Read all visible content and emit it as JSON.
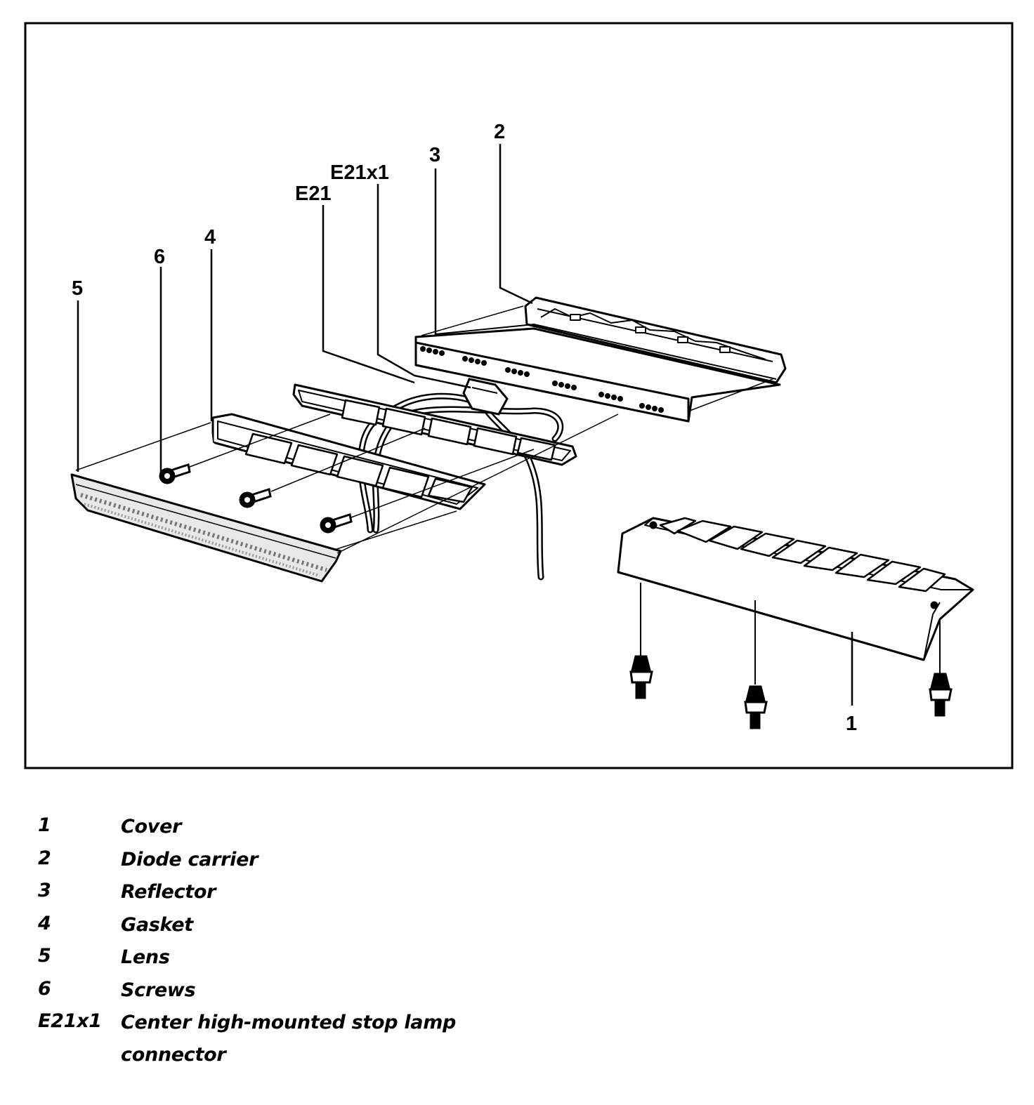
{
  "callouts": {
    "c1": "1",
    "c2": "2",
    "c3": "3",
    "c4": "4",
    "c5": "5",
    "c6": "6",
    "e21": "E21",
    "e21x1": "E21x1"
  },
  "legend": [
    {
      "key": "1",
      "desc": "Cover"
    },
    {
      "key": "2",
      "desc": "Diode carrier"
    },
    {
      "key": "3",
      "desc": "Reflector"
    },
    {
      "key": "4",
      "desc": "Gasket"
    },
    {
      "key": "5",
      "desc": "Lens"
    },
    {
      "key": "6",
      "desc": "Screws"
    },
    {
      "key": "E21x1",
      "desc": "Center high-mounted stop lamp\nconnector"
    }
  ]
}
